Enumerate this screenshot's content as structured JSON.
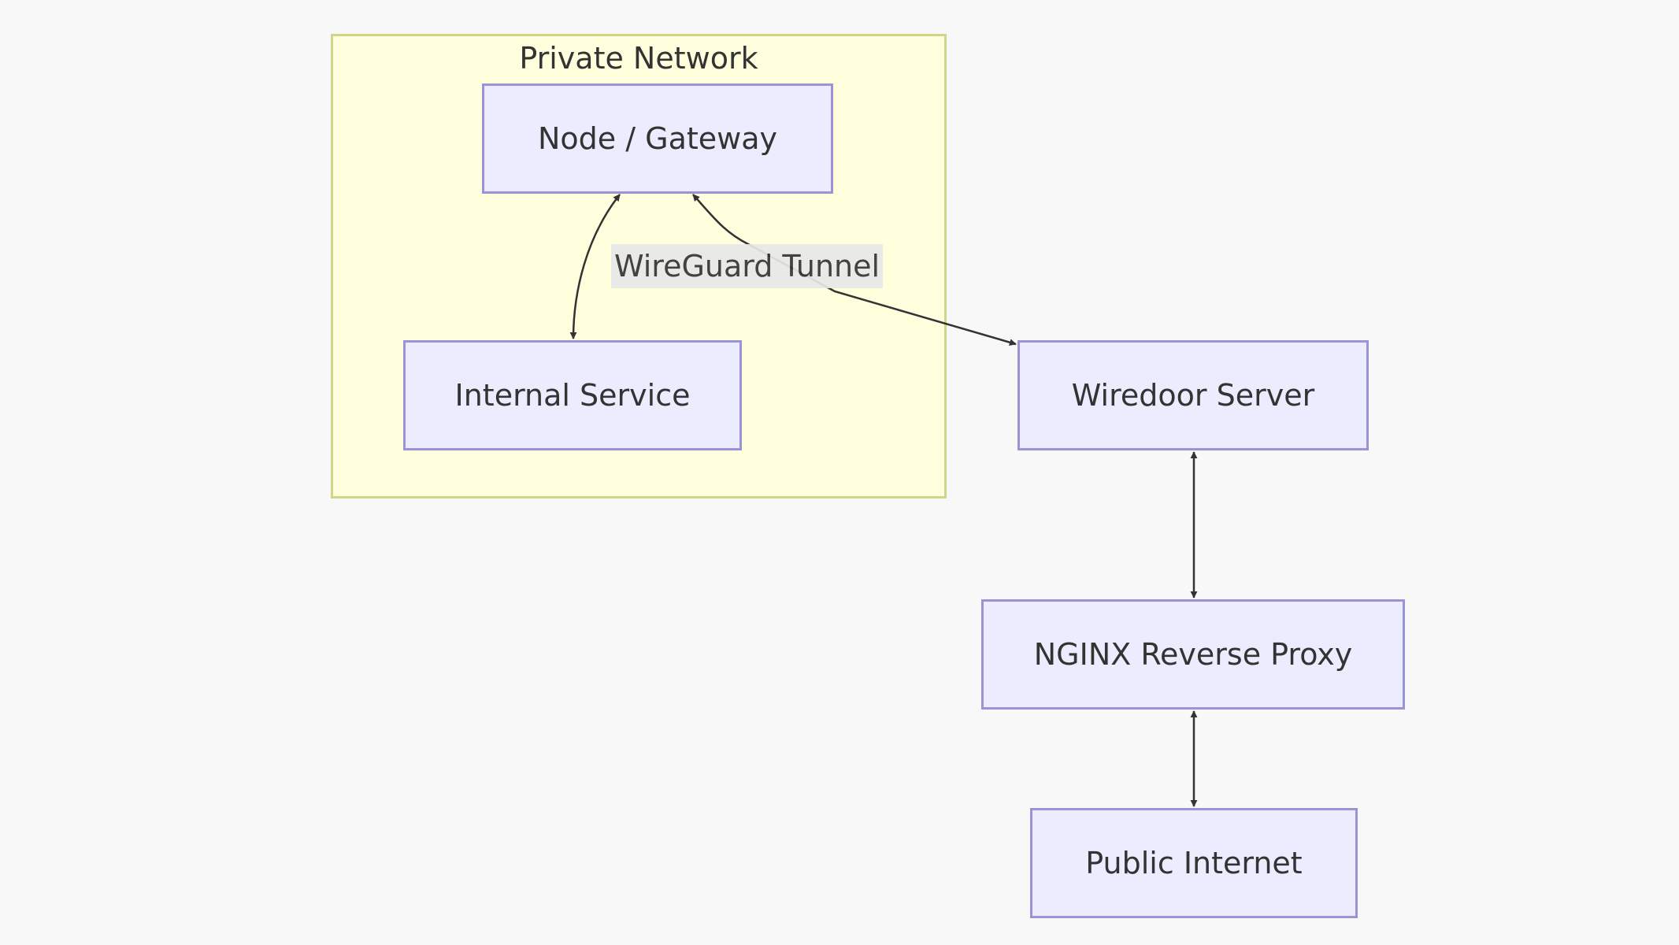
{
  "cluster": {
    "label": "Private Network"
  },
  "nodes": {
    "gateway": "Node / Gateway",
    "internal_service": "Internal Service",
    "wiredoor_server": "Wiredoor Server",
    "nginx": "NGINX Reverse Proxy",
    "public_internet": "Public Internet"
  },
  "edges": {
    "tunnel_label": "WireGuard Tunnel"
  },
  "colors": {
    "background": "#f8f8f8",
    "cluster_fill": "#ffffdd",
    "cluster_border": "#cfd787",
    "node_fill": "#ececff",
    "node_border": "#9c92d6",
    "edge": "#333333",
    "edge_label_bg": "#e8e8e8"
  }
}
